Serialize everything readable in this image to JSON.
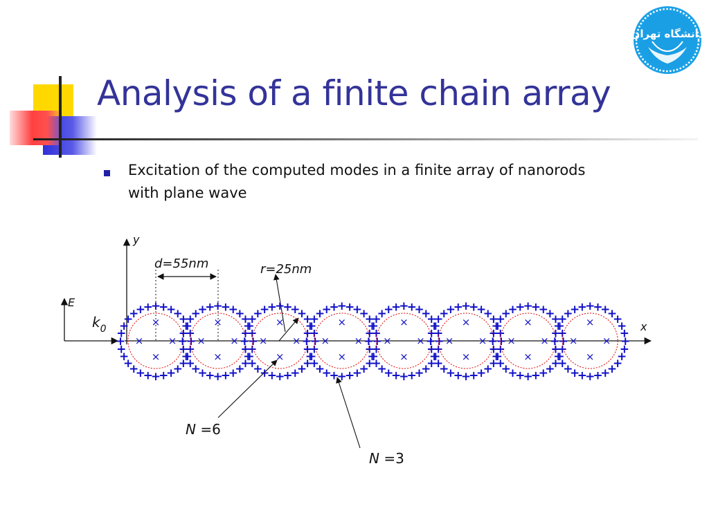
{
  "slide": {
    "title": "Analysis of a finite chain array",
    "bullet": "Excitation of the computed modes in a finite array of nanorods with plane wave",
    "logo_text": "دانشگاه تهران"
  },
  "diagram": {
    "y_axis_label": "y",
    "x_axis_label": "x",
    "e_label": "E",
    "k_label": "k",
    "k_subscript": "0",
    "spacing_label": "d=55nm",
    "radius_label": "r=25nm",
    "n6_label_italic": "N",
    "n6_label_rest": " =6",
    "n3_label_italic": "N",
    "n3_label_rest": " =3",
    "rod_count": 8,
    "ring_plus_count": 28,
    "interior_marker": "×",
    "colors": {
      "marker": "#1010c8",
      "rod_outline": "#e00000",
      "axis": "#111111"
    }
  }
}
